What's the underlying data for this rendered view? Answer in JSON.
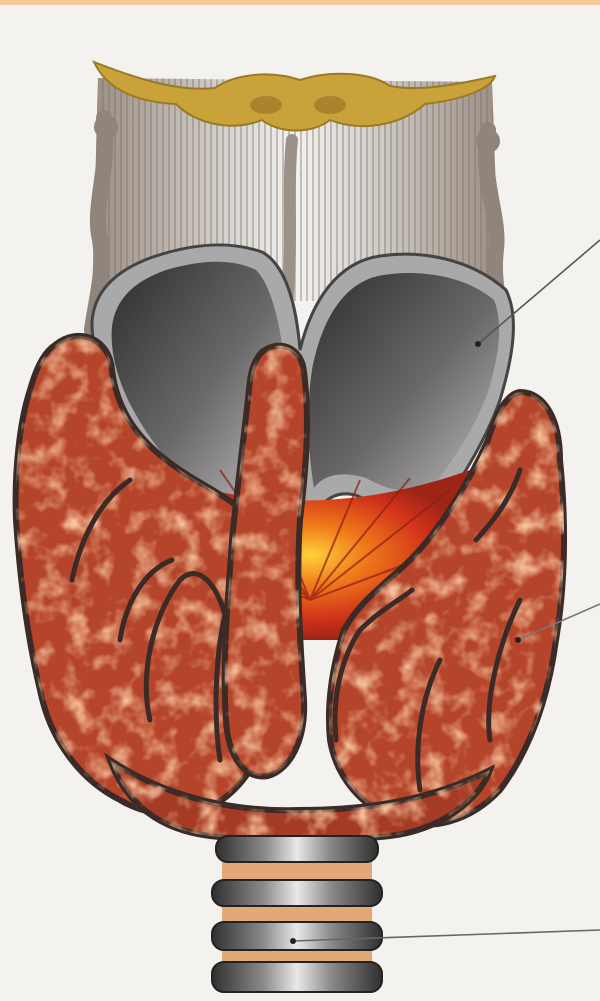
{
  "figure": {
    "colors": {
      "background": "#f3f2ee",
      "top_band": "#f6c99a",
      "hyoid_bone": "#c9a23a",
      "membrane_muscle": "#8a7b70",
      "thyroid_cartilage": "#5a5858",
      "cartilage_rim": "#a9a9a9",
      "gland_tissue": "#b5452a",
      "gland_outline": "#3b2a26",
      "gland_core_glow": "#f4a21a",
      "tracheal_ring": "#6b6b6b",
      "ring_membrane": "#e2a877",
      "leader_line": "#555555"
    },
    "structures": [
      {
        "id": "hyoid-bone"
      },
      {
        "id": "thyrohyoid-membrane"
      },
      {
        "id": "thyroid-cartilage"
      },
      {
        "id": "thyroid-gland-left-lobe"
      },
      {
        "id": "thyroid-gland-pyramidal-lobe"
      },
      {
        "id": "thyroid-gland-right-lobe"
      },
      {
        "id": "trachea"
      }
    ],
    "callouts": [
      {
        "target": "thyroid-cartilage",
        "label": ""
      },
      {
        "target": "thyroid-gland-right-lobe",
        "label": ""
      },
      {
        "target": "trachea",
        "label": ""
      }
    ]
  }
}
